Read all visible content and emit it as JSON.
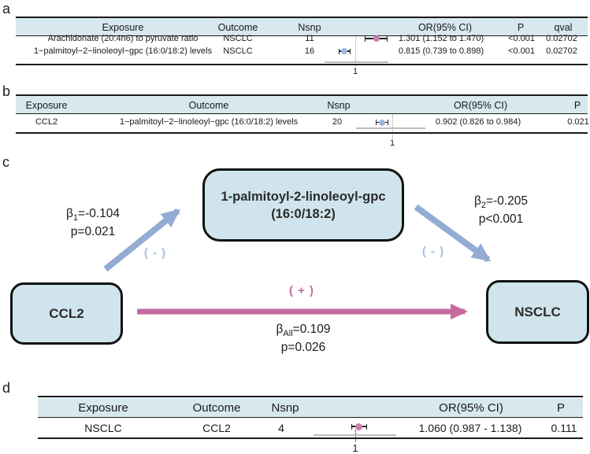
{
  "colors": {
    "header_bg": "#d7e8ee",
    "box_fill": "#cfe4ec",
    "pink_marker": "#c97fae",
    "blue_marker": "#9cb8dc",
    "pink_arrow": "#c7699f",
    "blue_arrow": "#94abd4",
    "axis_gray": "#bcbcbc",
    "line_dark": "#1a1a1a"
  },
  "panel_a": {
    "label": "a",
    "headers": {
      "exposure": "Exposure",
      "outcome": "Outcome",
      "nsnp": "Nsnp",
      "or": "OR(95% CI)",
      "p": "P",
      "qval": "qval"
    },
    "rows": [
      {
        "exposure": "Arachidonate (20:4n6) to pyruvate ratio",
        "outcome": "NSCLC",
        "nsnp": "11",
        "or_ci": "1.301 (1.152 to 1.470)",
        "p": "<0.001",
        "qval": "0.02702"
      },
      {
        "exposure": "1−palmitoyl−2−linoleoyl−gpc (16:0/18:2) levels",
        "outcome": "NSCLC",
        "nsnp": "16",
        "or_ci": "0.815 (0.739 to 0.898)",
        "p": "<0.001",
        "qval": "0.02702"
      }
    ],
    "axis_tick": "1"
  },
  "panel_b": {
    "label": "b",
    "headers": {
      "exposure": "Exposure",
      "outcome": "Outcome",
      "nsnp": "Nsnp",
      "or": "OR(95% CI)",
      "p": "P"
    },
    "rows": [
      {
        "exposure": "CCL2",
        "outcome": "1−palmitoyl−2−linoleoyl−gpc (16:0/18:2) levels",
        "nsnp": "20",
        "or_ci": "0.902 (0.826 to 0.984)",
        "p": "0.021"
      }
    ],
    "axis_tick": "1"
  },
  "panel_c": {
    "label": "c",
    "mediator": {
      "line1": "1-palmitoyl-2-linoleoyl-gpc",
      "line2": "(16:0/18:2)"
    },
    "exposure_box": "CCL2",
    "outcome_box": "NSCLC",
    "path_a": {
      "beta_base": "β",
      "beta_sub": "1",
      "beta_rest": "=-0.104",
      "p": "p=0.021",
      "sign": "( - )"
    },
    "path_b": {
      "beta_base": "β",
      "beta_sub": "2",
      "beta_rest": "=-0.205",
      "p": "p<0.001",
      "sign": "( - )"
    },
    "path_total": {
      "beta_base": "β",
      "beta_sub": "All",
      "beta_rest": "=0.109",
      "p": "p=0.026",
      "sign": "( + )"
    }
  },
  "panel_d": {
    "label": "d",
    "headers": {
      "exposure": "Exposure",
      "outcome": "Outcome",
      "nsnp": "Nsnp",
      "or": "OR(95% CI)",
      "p": "P"
    },
    "rows": [
      {
        "exposure": "NSCLC",
        "outcome": "CCL2",
        "nsnp": "4",
        "or_ci": "1.060 (0.987 - 1.138)",
        "p": "0.111"
      }
    ],
    "axis_tick": "1"
  },
  "chart_data": [
    {
      "type": "scatter",
      "subtype": "forest_plot",
      "panel": "a",
      "columns": [
        "Exposure",
        "Outcome",
        "Nsnp",
        "OR(95% CI)",
        "P",
        "qval"
      ],
      "ref_line": 1,
      "rows": [
        {
          "exposure": "Arachidonate (20:4n6) to pyruvate ratio",
          "outcome": "NSCLC",
          "nsnp": 11,
          "or": 1.301,
          "ci_low": 1.152,
          "ci_high": 1.47,
          "p": "<0.001",
          "qval": 0.02702,
          "marker_color": "pink"
        },
        {
          "exposure": "1-palmitoyl-2-linoleoyl-gpc (16:0/18:2) levels",
          "outcome": "NSCLC",
          "nsnp": 16,
          "or": 0.815,
          "ci_low": 0.739,
          "ci_high": 0.898,
          "p": "<0.001",
          "qval": 0.02702,
          "marker_color": "blue"
        }
      ]
    },
    {
      "type": "scatter",
      "subtype": "forest_plot",
      "panel": "b",
      "columns": [
        "Exposure",
        "Outcome",
        "Nsnp",
        "OR(95% CI)",
        "P"
      ],
      "ref_line": 1,
      "rows": [
        {
          "exposure": "CCL2",
          "outcome": "1-palmitoyl-2-linoleoyl-gpc (16:0/18:2) levels",
          "nsnp": 20,
          "or": 0.902,
          "ci_low": 0.826,
          "ci_high": 0.984,
          "p": 0.021,
          "marker_color": "blue"
        }
      ]
    },
    {
      "type": "table",
      "subtype": "mediation_diagram",
      "panel": "c",
      "nodes": [
        "CCL2",
        "1-palmitoyl-2-linoleoyl-gpc (16:0/18:2)",
        "NSCLC"
      ],
      "paths": [
        {
          "from": "CCL2",
          "to": "1-palmitoyl-2-linoleoyl-gpc (16:0/18:2)",
          "beta": -0.104,
          "p": "p=0.021",
          "sign": "-",
          "color": "blue"
        },
        {
          "from": "1-palmitoyl-2-linoleoyl-gpc (16:0/18:2)",
          "to": "NSCLC",
          "beta": -0.205,
          "p": "p<0.001",
          "sign": "-",
          "color": "blue"
        },
        {
          "from": "CCL2",
          "to": "NSCLC",
          "beta": 0.109,
          "p": "p=0.026",
          "sign": "+",
          "color": "pink"
        }
      ]
    },
    {
      "type": "scatter",
      "subtype": "forest_plot",
      "panel": "d",
      "columns": [
        "Exposure",
        "Outcome",
        "Nsnp",
        "OR(95% CI)",
        "P"
      ],
      "ref_line": 1,
      "rows": [
        {
          "exposure": "NSCLC",
          "outcome": "CCL2",
          "nsnp": 4,
          "or": 1.06,
          "ci_low": 0.987,
          "ci_high": 1.138,
          "p": 0.111,
          "marker_color": "pink"
        }
      ]
    }
  ]
}
